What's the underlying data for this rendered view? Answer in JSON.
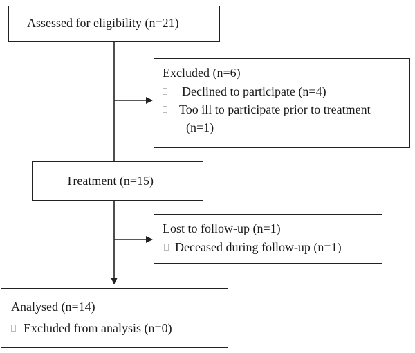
{
  "flowchart": {
    "assessed": "Assessed for eligibility (n=21)",
    "excluded": {
      "title": "Excluded  (n=6)",
      "items": [
        "Declined to participate (n=4)",
        "Too ill to participate prior to treatment",
        "(n=1)"
      ]
    },
    "treatment": "Treatment (n=15)",
    "lost": {
      "title": "Lost to follow-up (n=1)",
      "items": [
        "Deceased during follow-up (n=1)"
      ]
    },
    "analysed": {
      "title": "Analysed  (n=14)",
      "items": [
        "Excluded from analysis (n=0)"
      ]
    }
  },
  "colors": {
    "line": "#222222",
    "text": "#1a1a1a",
    "bullet_box": "#bbbbbb"
  }
}
